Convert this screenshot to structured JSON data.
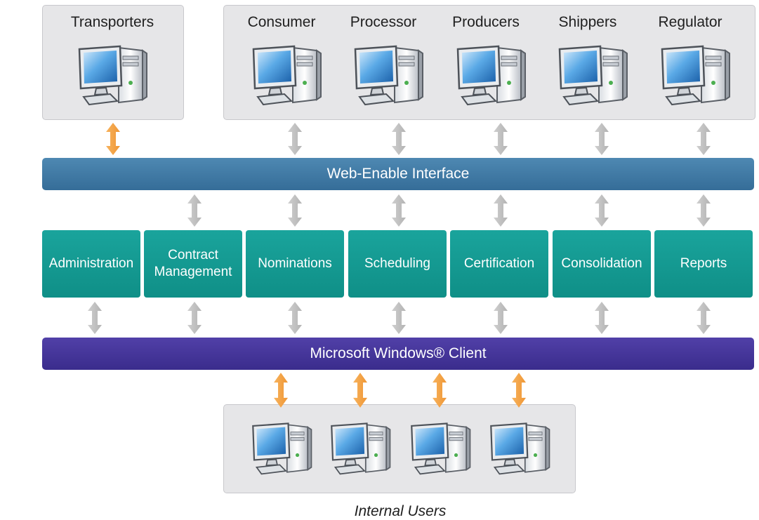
{
  "external_groups": {
    "transporters": {
      "label": "Transporters"
    },
    "partners": [
      "Consumer",
      "Processor",
      "Producers",
      "Shippers",
      "Regulator"
    ]
  },
  "interface_bar": {
    "label": "Web-Enable Interface"
  },
  "modules": [
    "Administration",
    "Contract\nManagement",
    "Nominations",
    "Scheduling",
    "Certification",
    "Consolidation",
    "Reports"
  ],
  "client_bar": {
    "label": "Microsoft Windows® Client"
  },
  "internal": {
    "caption": "Internal Users",
    "computer_count": 4
  },
  "icons": {
    "computer": "desktop-computer-icon",
    "connection": "double-arrow-icon"
  },
  "colors": {
    "web_bar": "#3f79a4",
    "client_bar": "#46369a",
    "module": "#14998f",
    "arrow_external": "#f5a54a",
    "arrow_internal": "#c4c4c4",
    "group_bg": "#e6e6e8"
  }
}
